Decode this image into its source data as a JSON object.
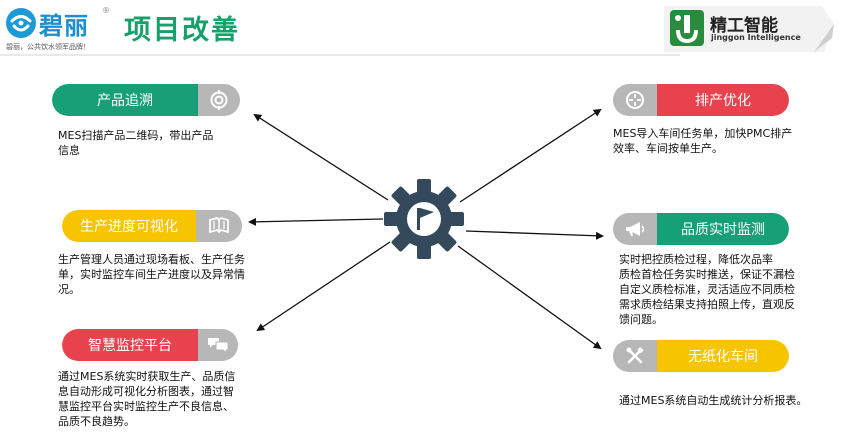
{
  "header": {
    "brand_name": "碧丽",
    "brand_reg": "®",
    "brand_slogan": "碧丽，公共饮水领军品牌！",
    "page_title": "项目改善",
    "partner_name": "精工智能",
    "partner_sub": "jinggon Intelligence"
  },
  "colors": {
    "green": "#17a078",
    "red": "#e8424f",
    "yellow": "#f7c400",
    "icon_gray": "#b7b7b7",
    "gear": "#344a5c"
  },
  "center": {
    "icon": "gear-flag-icon"
  },
  "features": [
    {
      "id": "trace",
      "label": "产品追溯",
      "icon": "target-icon",
      "desc": [
        "MES扫描产品二维码，带出产品",
        "信息"
      ]
    },
    {
      "id": "progress",
      "label": "生产进度可视化",
      "icon": "book-icon",
      "desc": [
        "生产管理人员通过现场看板、生产任务",
        "单，实时监控车间生产进度以及异常情",
        "况。"
      ]
    },
    {
      "id": "monitor",
      "label": "智慧监控平台",
      "icon": "chat-icon",
      "desc": [
        "通过MES系统实时获取生产、品质信",
        "息自动形成可视化分析图表，通过智",
        "慧监控平台实时监控生产不良信息、",
        "品质不良趋势。"
      ]
    },
    {
      "id": "schedule",
      "label": "排产优化",
      "icon": "compass-icon",
      "desc": [
        "MES导入车间任务单，加快PMC排产",
        "效率、车间按单生产。"
      ]
    },
    {
      "id": "quality",
      "label": "品质实时监测",
      "icon": "megaphone-icon",
      "desc": [
        "实时把控质检过程，降低次品率",
        "质检首检任务实时推送，保证不漏检",
        "自定义质检标准，灵活适应不同质检",
        "需求质检结果支持拍照上传，直观反",
        "馈问题。"
      ]
    },
    {
      "id": "paperless",
      "label": "无纸化车间",
      "icon": "tools-icon",
      "desc": [
        "通过MES系统自动生成统计分析报表。"
      ]
    }
  ]
}
